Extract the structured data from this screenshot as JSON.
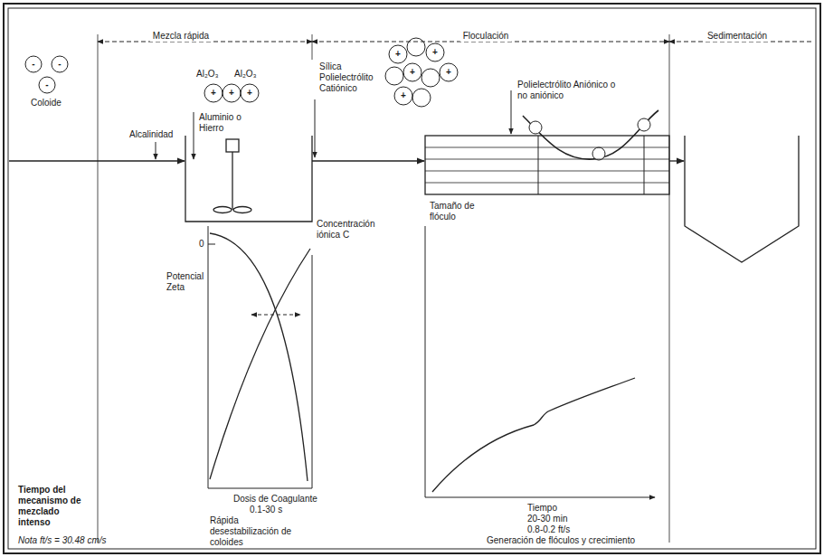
{
  "diagram": {
    "labels": [
      "Mezcla rápida",
      "Floculación",
      "Sedimentación",
      "-",
      "-",
      "-",
      "Coloide",
      "Alcalinidad",
      "Al₂O₃",
      "Al₂O₃",
      "+",
      "+",
      "+",
      "Aluminio o Hierro",
      "Sílica Polielectrólito Catiónico",
      "+",
      "+",
      "+",
      "+",
      "+",
      "Polielectrólito Aniónico o no aniónico",
      "0",
      "Potencial Zeta",
      "Concentración iónica C",
      "Tamaño de flóculo",
      "Dosis de Coagulante",
      "0.1-30 s",
      "Rápida desestabilización de coloides",
      "Tiempo",
      "20-30 min",
      "0.8-0.2 ft/s",
      "Generación de flóculos y crecimiento",
      "Tiempo del mecanismo de mezclado intenso",
      "Nota  ft/s = 30.48 cm/s"
    ]
  }
}
